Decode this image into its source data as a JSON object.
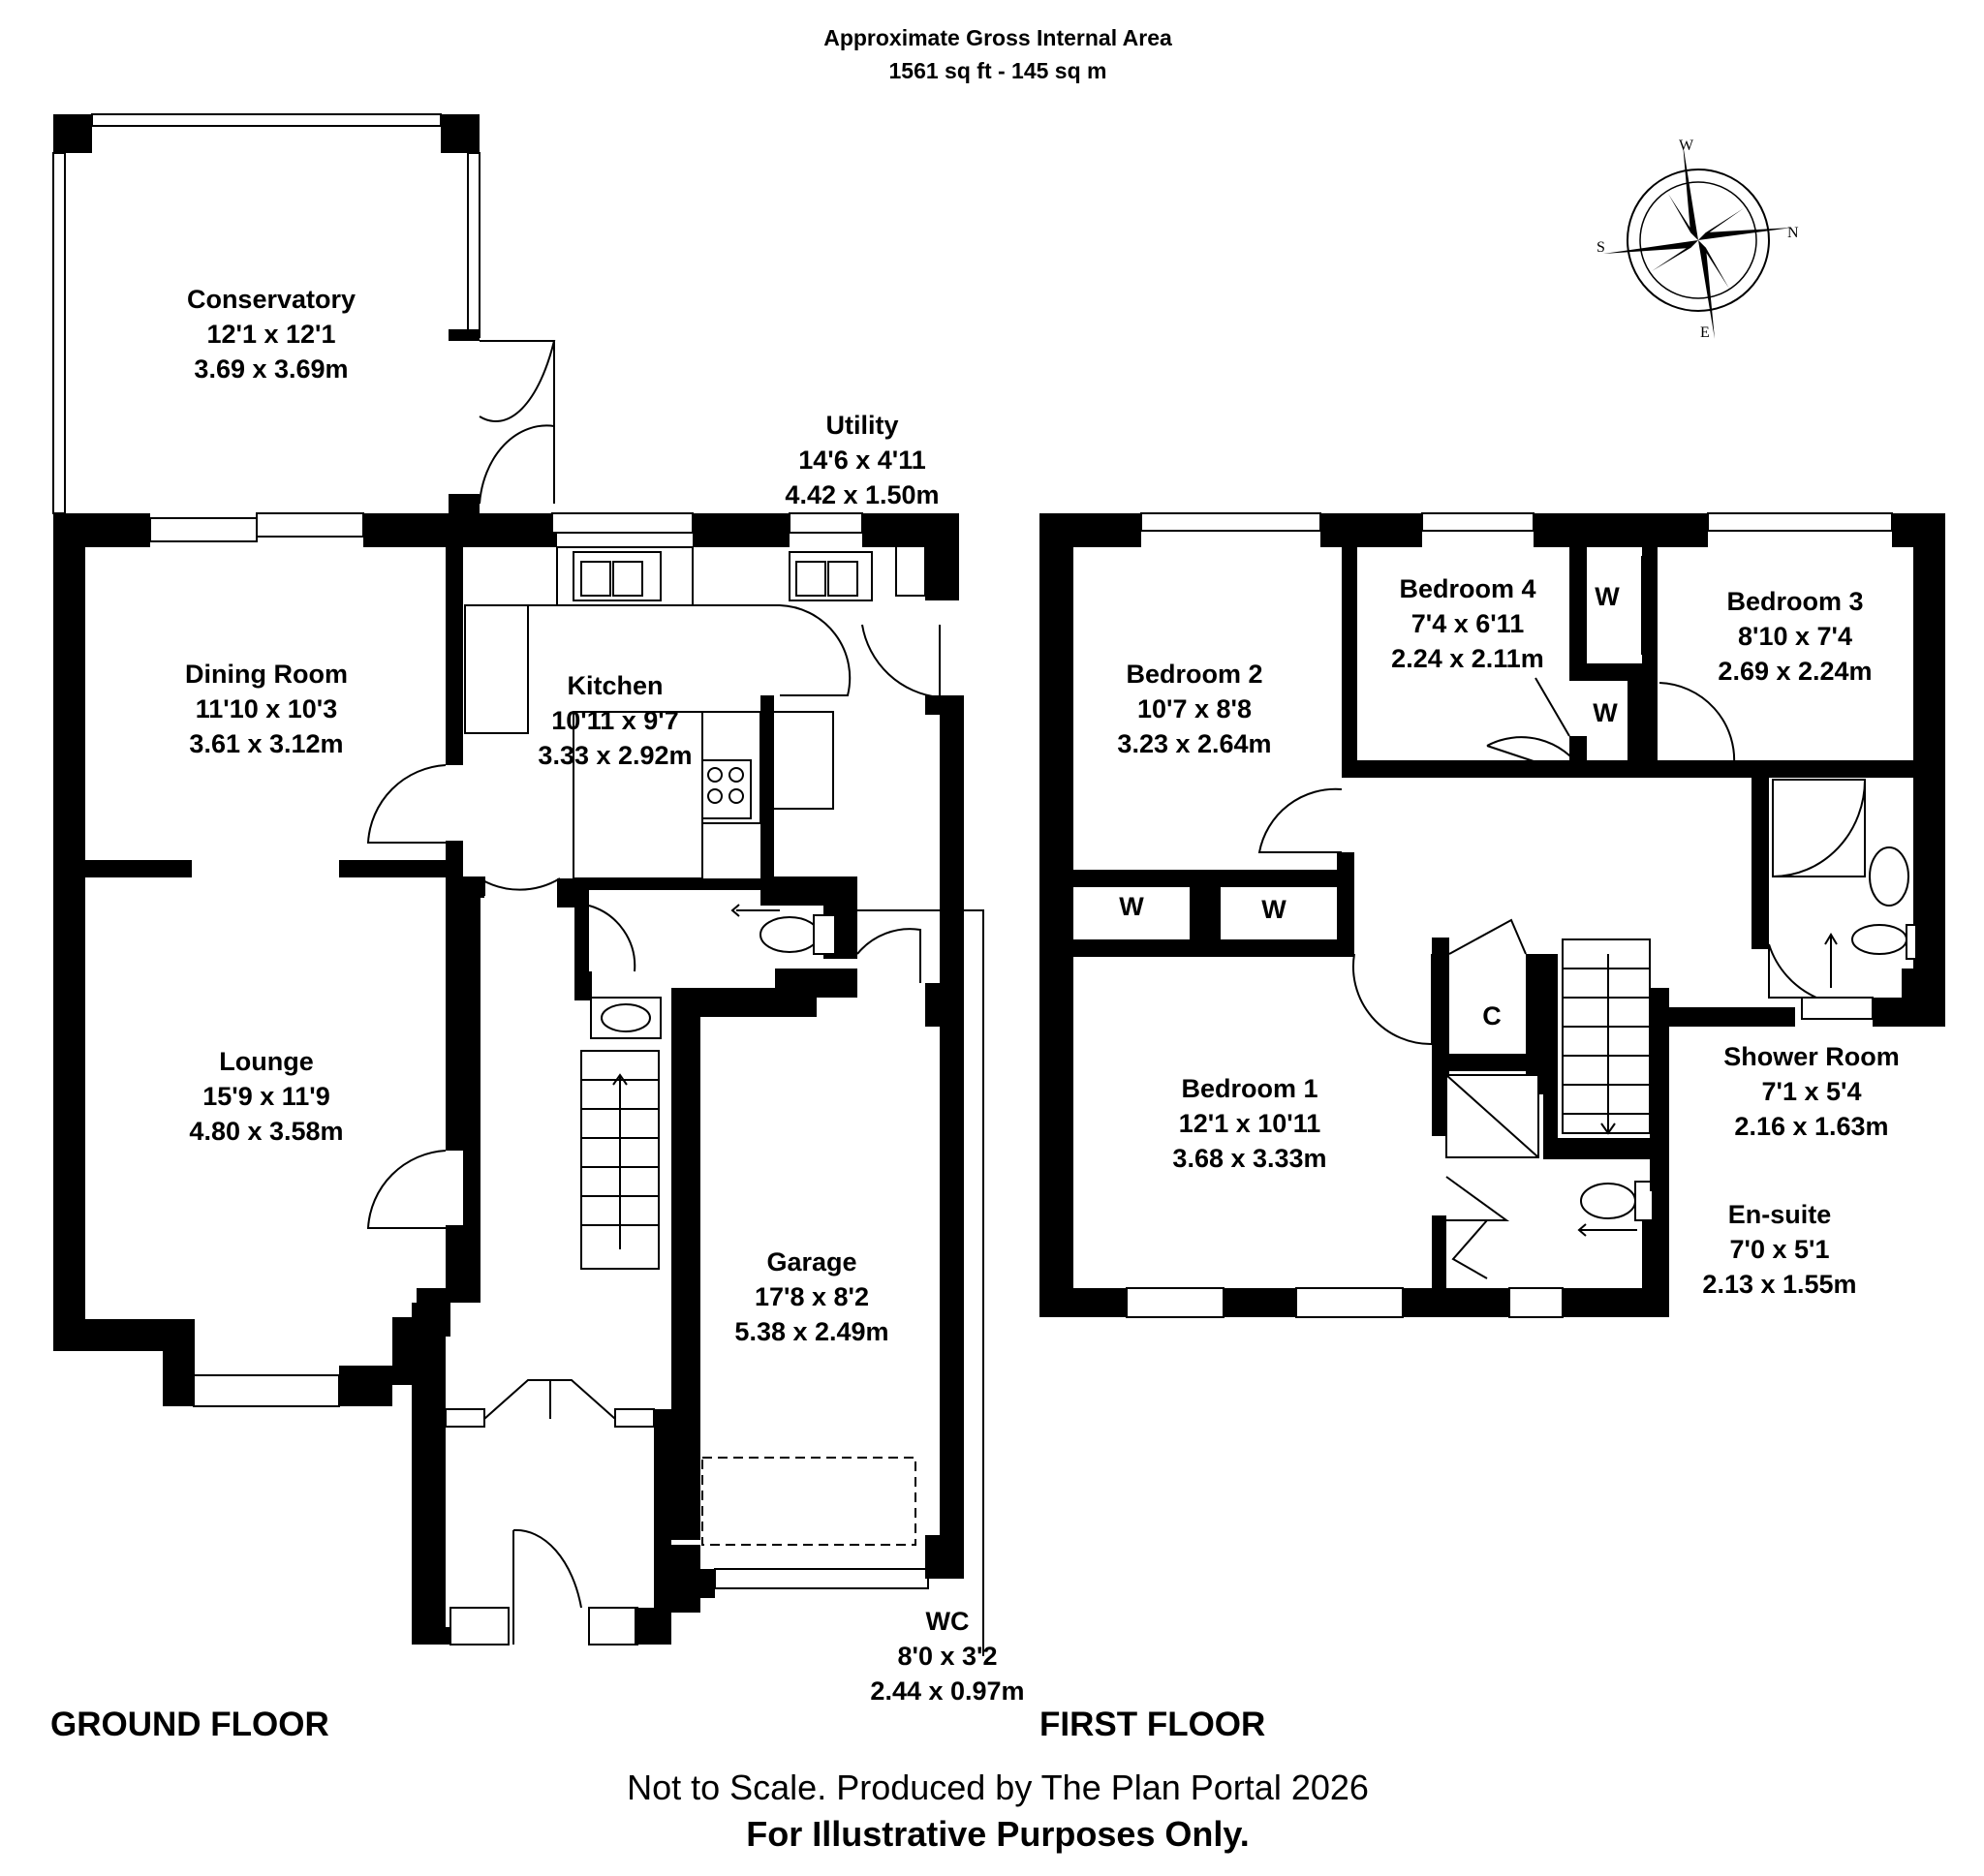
{
  "header": {
    "line1": "Approximate Gross Internal Area",
    "line2": "1561 sq ft - 145 sq m"
  },
  "ground_floor": {
    "title": "GROUND FLOOR",
    "rooms": {
      "conservatory": {
        "name": "Conservatory",
        "imperial": "12'1 x 12'1",
        "metric": "3.69 x 3.69m"
      },
      "utility": {
        "name": "Utility",
        "imperial": "14'6 x 4'11",
        "metric": "4.42 x 1.50m"
      },
      "dining": {
        "name": "Dining Room",
        "imperial": "11'10 x 10'3",
        "metric": "3.61 x 3.12m"
      },
      "kitchen": {
        "name": "Kitchen",
        "imperial": "10'11 x 9'7",
        "metric": "3.33 x 2.92m"
      },
      "lounge": {
        "name": "Lounge",
        "imperial": "15'9 x 11'9",
        "metric": "4.80 x 3.58m"
      },
      "garage": {
        "name": "Garage",
        "imperial": "17'8 x 8'2",
        "metric": "5.38 x 2.49m"
      },
      "wc": {
        "name": "WC",
        "imperial": "8'0 x 3'2",
        "metric": "2.44 x 0.97m"
      }
    }
  },
  "first_floor": {
    "title": "FIRST FLOOR",
    "rooms": {
      "bedroom2": {
        "name": "Bedroom 2",
        "imperial": "10'7 x 8'8",
        "metric": "3.23 x 2.64m"
      },
      "bedroom4": {
        "name": "Bedroom 4",
        "imperial": "7'4 x 6'11",
        "metric": "2.24 x 2.11m"
      },
      "bedroom3": {
        "name": "Bedroom 3",
        "imperial": "8'10 x 7'4",
        "metric": "2.69 x 2.24m"
      },
      "bedroom1": {
        "name": "Bedroom 1",
        "imperial": "12'1 x 10'11",
        "metric": "3.68 x 3.33m"
      },
      "shower": {
        "name": "Shower Room",
        "imperial": "7'1 x 5'4",
        "metric": "2.16 x 1.63m"
      },
      "ensuite": {
        "name": "En-suite",
        "imperial": "7'0 x 5'1",
        "metric": "2.13 x 1.55m"
      }
    },
    "cupboards": {
      "w_bed4": "W",
      "w_bed4_lower": "W",
      "w_bed2": "W",
      "w_bed1": "W",
      "c_landing": "C"
    }
  },
  "compass": {
    "w": "W",
    "n": "N",
    "s": "S",
    "e": "E"
  },
  "footer": {
    "line1": "Not to Scale. Produced by The Plan Portal 2026",
    "line2": "For Illustrative Purposes Only."
  }
}
